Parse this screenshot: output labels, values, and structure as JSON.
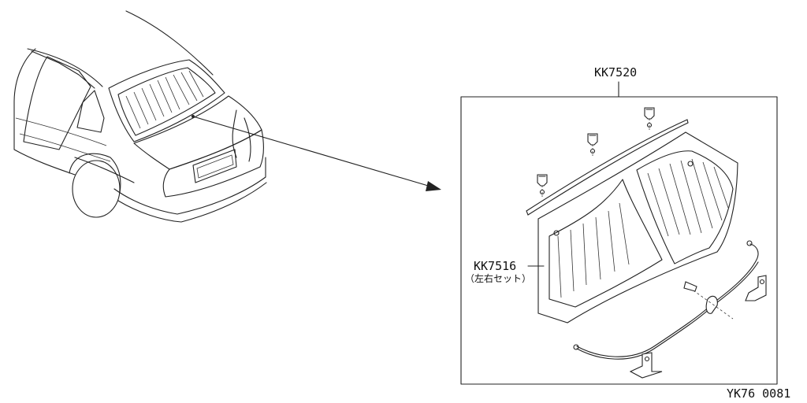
{
  "labels": {
    "kit_number": "KK7520",
    "part_number": "KK7516",
    "part_note": "（左右セット）",
    "figure_code": "YK76  0081"
  }
}
